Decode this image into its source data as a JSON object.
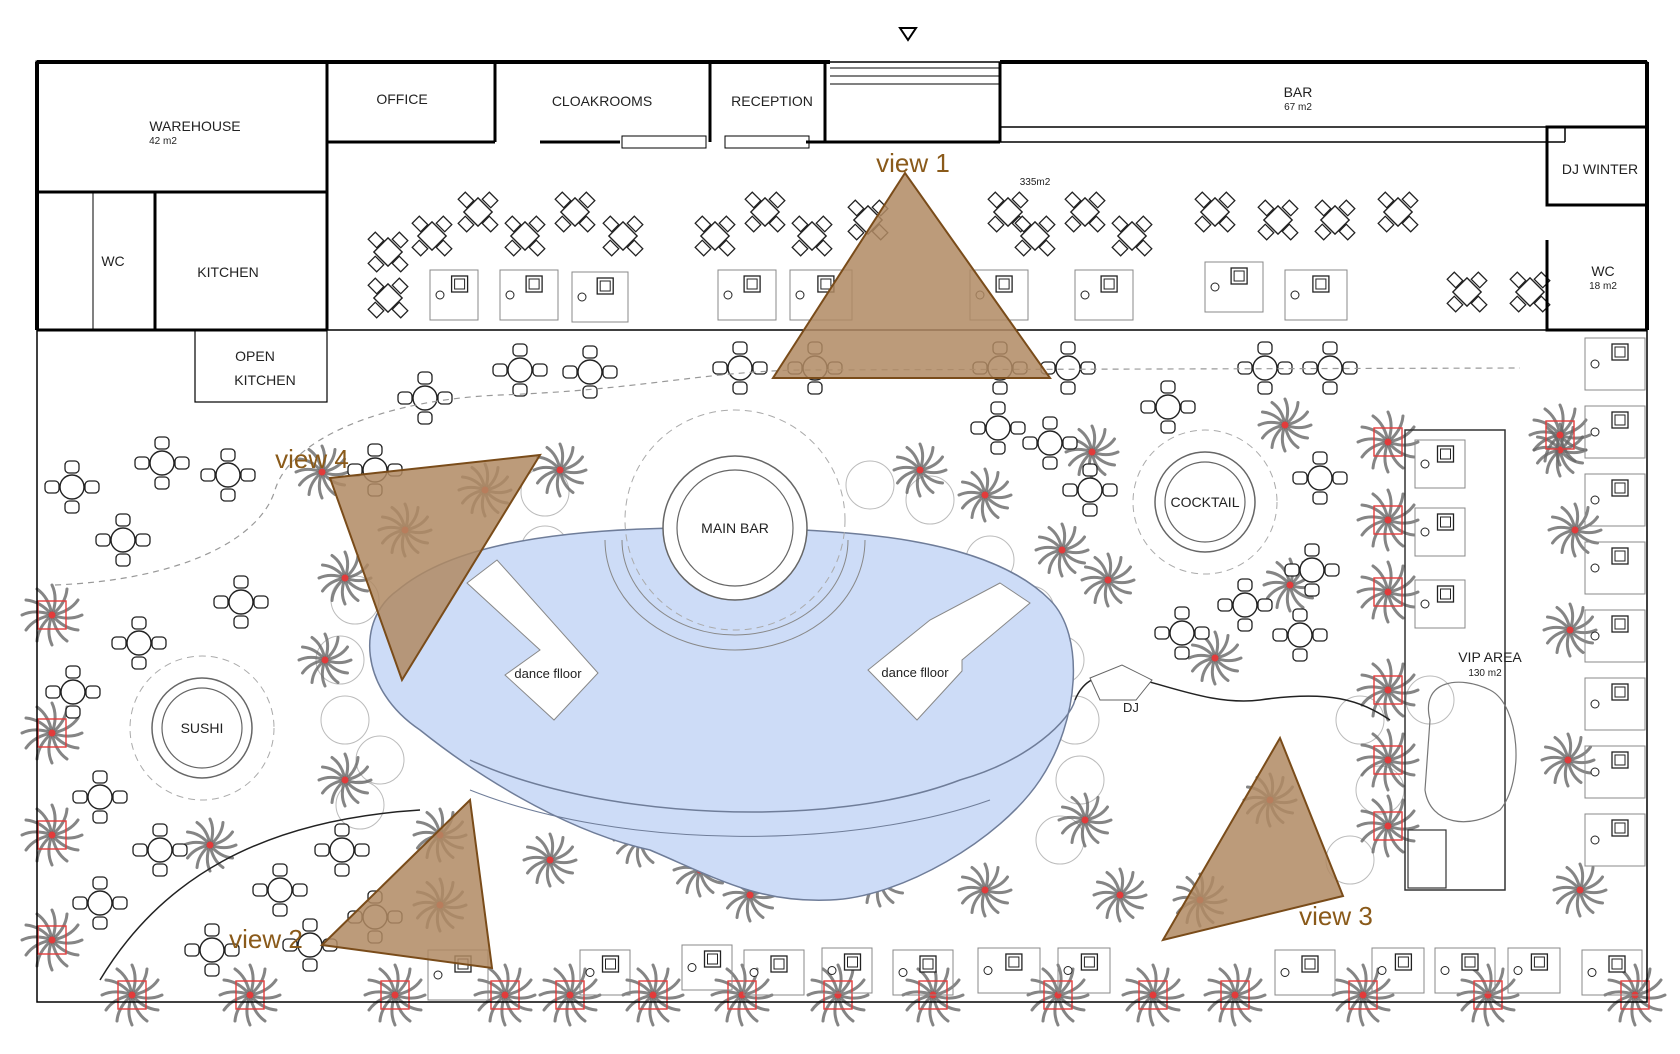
{
  "colors": {
    "wall": "#000000",
    "line": "#555555",
    "pool_fill": "#cddcf7",
    "pool_stroke": "#6f7d99",
    "view_fill": "#b08a63",
    "view_stroke": "#7a4c1a",
    "view_text": "#8a5a1a",
    "plant": "#666666",
    "plant_marker": "#e23b3b"
  },
  "rooms": {
    "warehouse": "WAREHOUSE",
    "warehouse_area": "42 m2",
    "office": "OFFICE",
    "cloakrooms": "CLOAKROOMS",
    "reception": "RECEPTION",
    "bar": "BAR",
    "bar_area": "67 m2",
    "dj_winter": "DJ WINTER",
    "wc_left": "WC",
    "kitchen": "KITCHEN",
    "open_kitchen_1": "OPEN",
    "open_kitchen_2": "KITCHEN",
    "wc_right": "WC",
    "wc_right_area": "18 m2",
    "hall_area": "335m2"
  },
  "zones": {
    "main_bar": "MAIN BAR",
    "cocktail": "COCKTAIL",
    "sushi": "SUSHI",
    "dance_floor_left": "dance flloor",
    "dance_floor_right": "dance flloor",
    "dj": "DJ",
    "vip_area": "VIP AREA",
    "vip_area_size": "130 m2"
  },
  "views": {
    "view1": "view 1",
    "view2": "view 2",
    "view3": "view 3",
    "view4": "view 4"
  },
  "icons": {
    "entrance": "entrance-arrow-icon",
    "table": "round-table-icon",
    "square_table": "square-table-icon",
    "palm": "palm-tree-icon",
    "lounge": "lounge-seating-icon"
  }
}
